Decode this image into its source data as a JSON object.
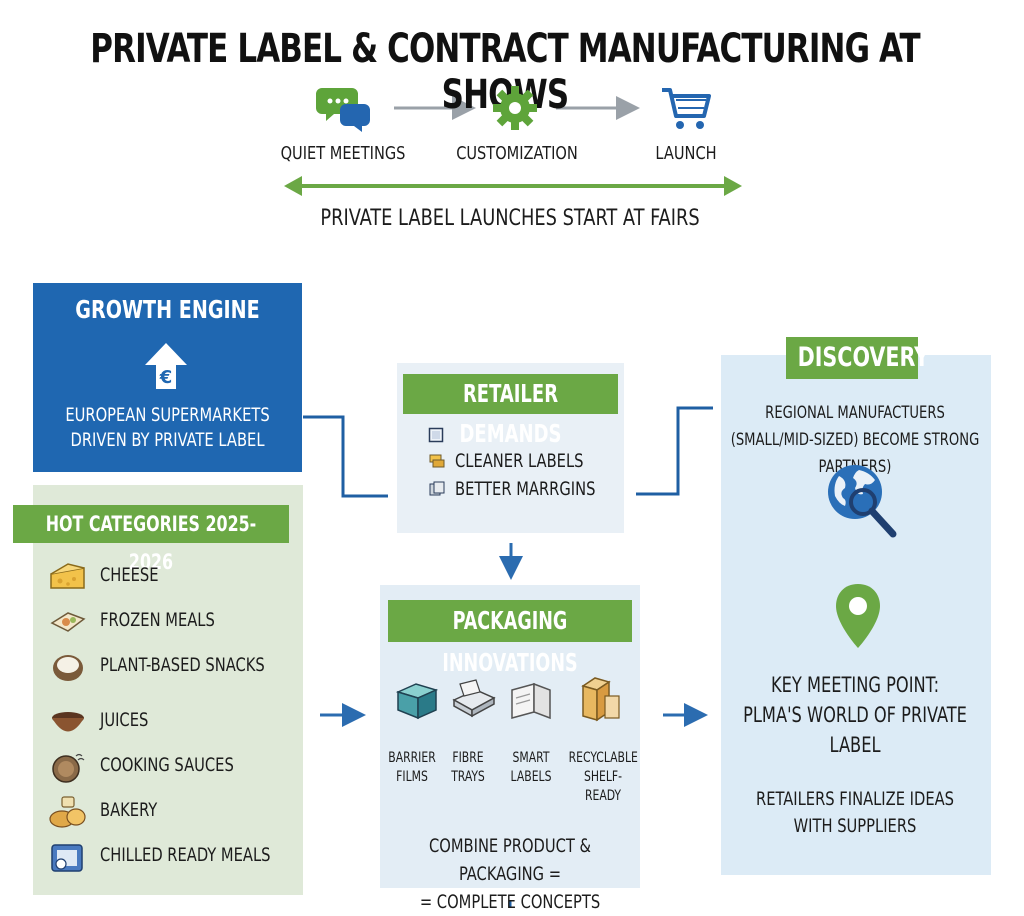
{
  "title": "PRIVATE LABEL & CONTRACT MANUFACTURING AT SHOWS",
  "top_flow": {
    "steps": [
      {
        "label": "QUIET MEETINGS",
        "icon": "chat-bubbles-icon"
      },
      {
        "label": "CUSTOMIZATION",
        "icon": "gear-icon"
      },
      {
        "label": "LAUNCH",
        "icon": "shopping-cart-icon"
      }
    ],
    "tagline": "PRIVATE LABEL LAUNCHES START AT FAIRS"
  },
  "growth_engine": {
    "title": "GROWTH ENGINE",
    "icon_symbol": "€",
    "text_line1": "EUROPEAN SUPERMARKETS",
    "text_line2": "DRIVEN BY PRIVATE LABEL"
  },
  "hot_categories": {
    "title": "HOT CATEGORIES 2025-2026",
    "items": [
      "CHEESE",
      "FROZEN MEALS",
      "PLANT-BASED SNACKS",
      "JUICES",
      "COOKING SAUCES",
      "BAKERY",
      "CHILLED READY MEALS"
    ]
  },
  "retailer_demands": {
    "title": "RETAILER DEMANDS",
    "items": [
      "CLEANER LABELS",
      "BETTER MARRGINS"
    ]
  },
  "packaging": {
    "title": "PACKAGING INNOVATIONS",
    "items": [
      {
        "line1": "BARRIER",
        "line2": "FILMS"
      },
      {
        "line1": "FIBRE",
        "line2": "TRAYS"
      },
      {
        "line1": "SMART",
        "line2": "LABELS"
      },
      {
        "line1": "RECYCLABLE",
        "line2": "SHELF-READY"
      }
    ],
    "combine_line1": "COMBINE PRODUCT & PACKAGING =",
    "combine_line2": "= COMPLETE CONCEPTS"
  },
  "discovery": {
    "title": "DISCOVERY",
    "text_line1": "REGIONAL MANUFACTUERS",
    "text_line2": "(SMALL/MID-SIZED) BECOME STRONG PARTNERS)",
    "meeting_line1": "KEY MEETING POINT:",
    "meeting_line2": "PLMA'S WORLD OF PRIVATE LABEL",
    "final_line1": "RETAILERS FINALIZE IDEAS",
    "final_line2": "WITH SUPPLIERS"
  },
  "colors": {
    "blue": "#1f67b1",
    "green": "#6ba845",
    "arrow_blue": "#2b6cb0",
    "arrow_green": "#6ba845"
  }
}
